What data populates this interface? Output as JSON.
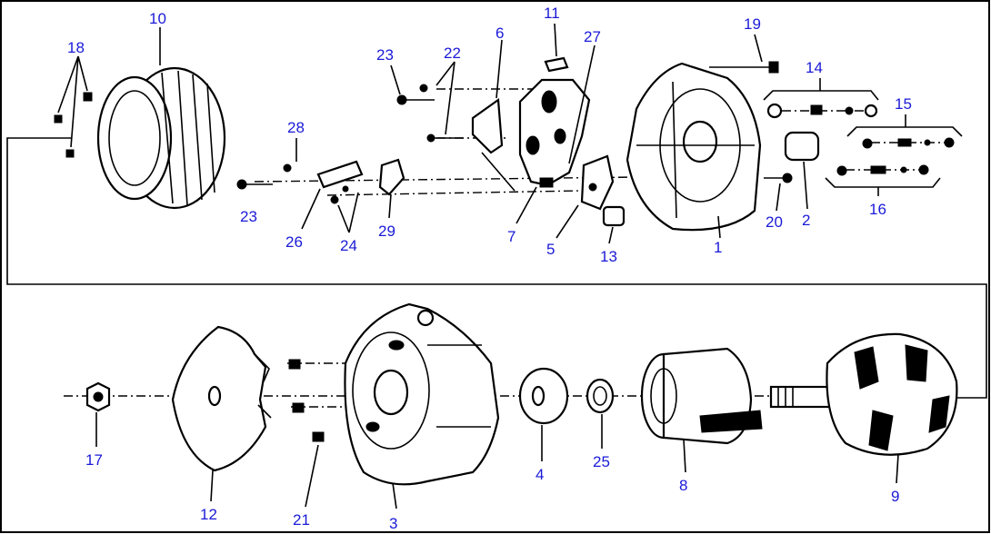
{
  "diagram": {
    "labels": [
      "1",
      "2",
      "3",
      "4",
      "5",
      "6",
      "7",
      "8",
      "9",
      "10",
      "11",
      "12",
      "13",
      "14",
      "15",
      "16",
      "17",
      "18",
      "19",
      "20",
      "21",
      "22",
      "23",
      "23",
      "24",
      "25",
      "26",
      "27",
      "28",
      "29"
    ]
  }
}
